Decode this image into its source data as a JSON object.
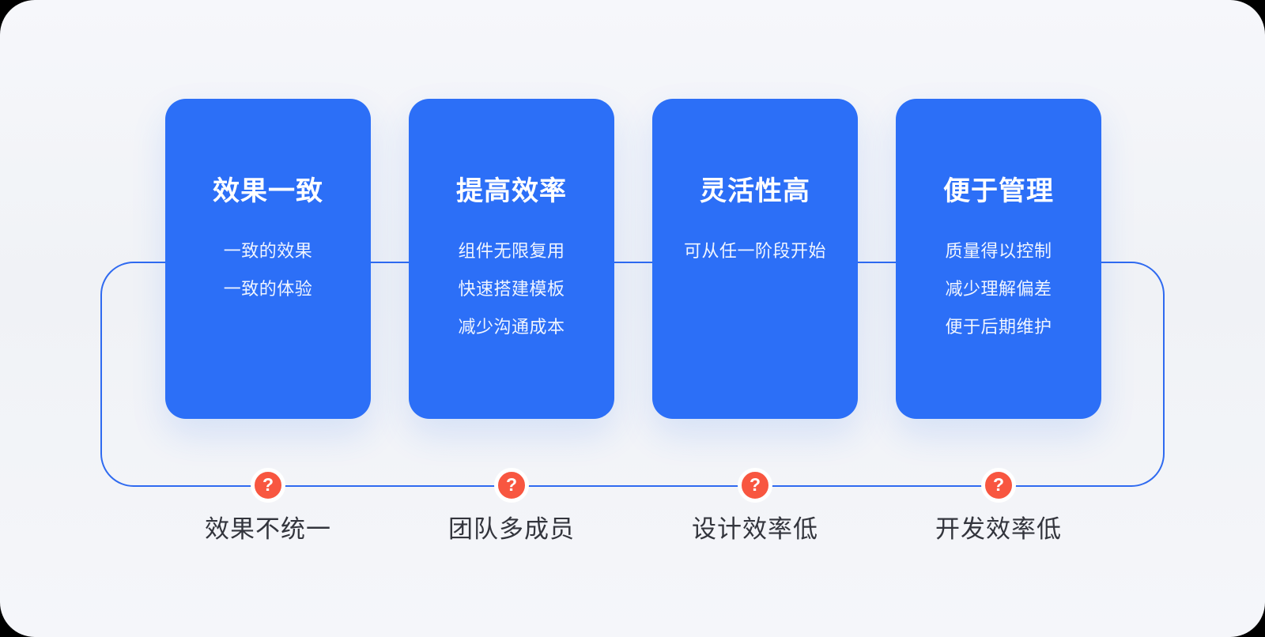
{
  "diagram": {
    "kind": "design-system benefits vs problems diagram",
    "colors": {
      "card_blue": "#2c6ff7",
      "line_blue": "#2f6af0",
      "marker_orange": "#f85640",
      "marker_ring": "#ffffff",
      "background": "#f4f5f9",
      "card_text": "#ffffff",
      "label_text": "#33353d"
    }
  },
  "cards": [
    {
      "title": "效果一致",
      "items": [
        "一致的效果",
        "一致的体验"
      ]
    },
    {
      "title": "提高效率",
      "items": [
        "组件无限复用",
        "快速搭建模板",
        "减少沟通成本"
      ]
    },
    {
      "title": "灵活性高",
      "items": [
        "可从任一阶段开始"
      ]
    },
    {
      "title": "便于管理",
      "items": [
        "质量得以控制",
        "减少理解偏差",
        "便于后期维护"
      ]
    }
  ],
  "marker": {
    "glyph": "?"
  },
  "problems": [
    "效果不统一",
    "团队多成员",
    "设计效率低",
    "开发效率低"
  ]
}
